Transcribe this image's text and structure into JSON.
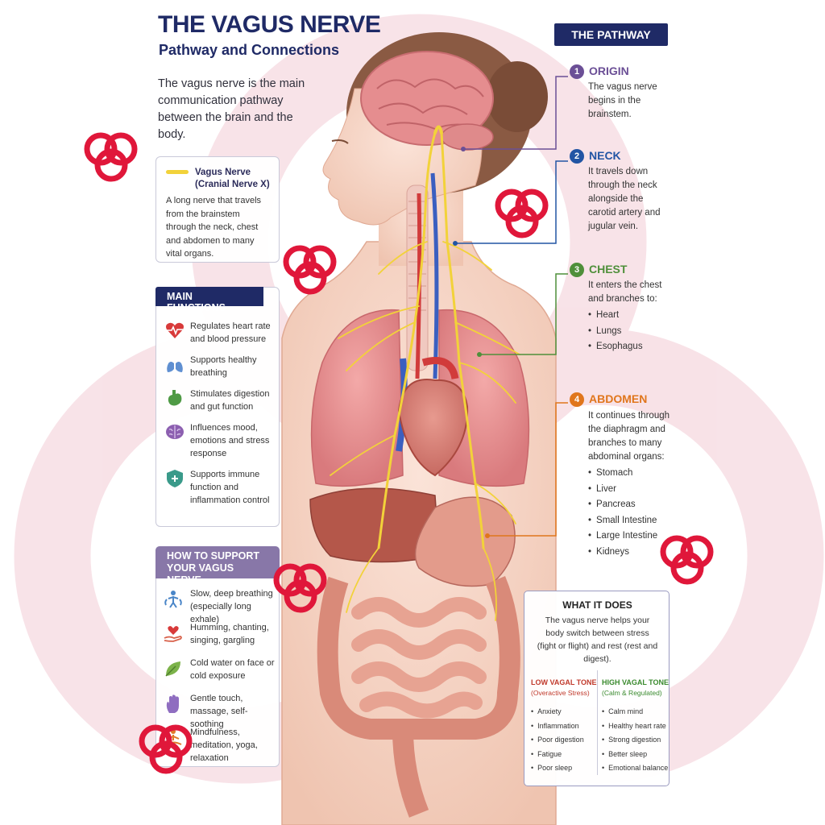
{
  "title": "THE VAGUS NERVE",
  "subtitle": "Pathway and Connections",
  "intro": "The vagus nerve is the main communication pathway between the brain and the body.",
  "vagus_card": {
    "name_line1": "Vagus Nerve",
    "name_line2": "(Cranial Nerve X)",
    "description": "A long nerve that travels from the brainstem through the neck, chest and abdomen to many vital organs."
  },
  "functions": {
    "header": "MAIN FUNCTIONS",
    "items": [
      {
        "icon": "heart-pulse-icon",
        "text": "Regulates heart rate and blood pressure"
      },
      {
        "icon": "lungs-icon",
        "text": "Supports healthy breathing"
      },
      {
        "icon": "stomach-icon",
        "text": "Stimulates digestion and gut function"
      },
      {
        "icon": "brain-icon",
        "text": "Influences mood, emotions and stress response"
      },
      {
        "icon": "shield-icon",
        "text": "Supports immune function and inflammation control"
      }
    ]
  },
  "support": {
    "header": "HOW TO SUPPORT YOUR VAGUS NERVE",
    "items": [
      {
        "icon": "breathing-person-icon",
        "text": "Slow, deep breathing (especially long exhale)"
      },
      {
        "icon": "heart-hand-icon",
        "text": "Humming, chanting, singing, gargling"
      },
      {
        "icon": "leaf-icon",
        "text": "Cold water on face or cold exposure"
      },
      {
        "icon": "hand-icon",
        "text": "Gentle touch, massage, self-soothing"
      },
      {
        "icon": "meditation-icon",
        "text": "Mindfulness, meditation, yoga, relaxation"
      }
    ]
  },
  "pathway": {
    "header": "THE PATHWAY",
    "steps": [
      {
        "num": "1",
        "title": "ORIGIN",
        "color": "#6b4f96",
        "text": "The vagus nerve begins in the brainstem.",
        "list": []
      },
      {
        "num": "2",
        "title": "NECK",
        "color": "#2255a4",
        "text": "It travels down through the neck alongside the carotid artery and jugular vein.",
        "list": []
      },
      {
        "num": "3",
        "title": "CHEST",
        "color": "#4f8f3a",
        "text": "It enters the chest and branches to:",
        "list": [
          "Heart",
          "Lungs",
          "Esophagus"
        ]
      },
      {
        "num": "4",
        "title": "ABDOMEN",
        "color": "#e0761c",
        "text": "It continues through the diaphragm and branches to many abdominal organs:",
        "list": [
          "Stomach",
          "Liver",
          "Pancreas",
          "Small Intestine",
          "Large Intestine",
          "Kidneys"
        ]
      }
    ]
  },
  "what_it_does": {
    "title": "WHAT IT DOES",
    "description": "The vagus nerve helps your body switch between stress (fight or flight) and rest (rest and digest).",
    "low": {
      "title": "LOW VAGAL TONE",
      "subtitle": "(Overactive Stress)",
      "color": "#c0392b",
      "items": [
        "Anxiety",
        "Inflammation",
        "Poor digestion",
        "Fatigue",
        "Poor sleep"
      ]
    },
    "high": {
      "title": "HIGH VAGAL TONE",
      "subtitle": "(Calm & Regulated)",
      "color": "#3a8a2e",
      "items": [
        "Calm mind",
        "Healthy heart rate",
        "Strong digestion",
        "Better sleep",
        "Emotional balance"
      ]
    }
  },
  "colors": {
    "navy": "#1f2a66",
    "nerve": "#f2d23a",
    "watermark": "#e0173a"
  }
}
